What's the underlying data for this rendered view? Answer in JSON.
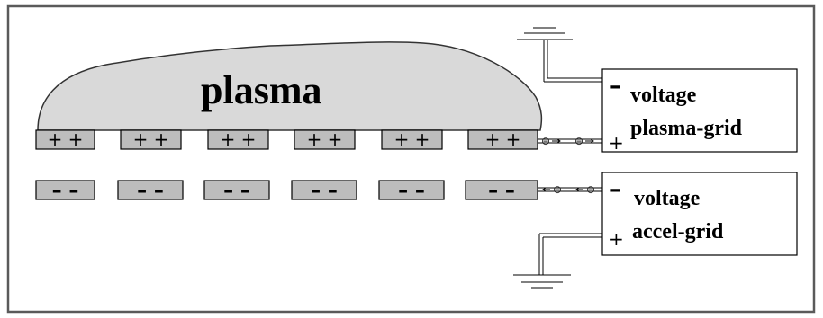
{
  "diagram": {
    "plasma_label": "plasma",
    "top_row_sign": "+ +",
    "bottom_row_sign": "– –",
    "electron_symbol": "⊖",
    "power_supplies": [
      {
        "id": "plasma-grid",
        "line1": "voltage",
        "line2": "plasma-grid",
        "top_terminal": "–",
        "bottom_terminal": "+"
      },
      {
        "id": "accel-grid",
        "line1": "voltage",
        "line2": "accel-grid",
        "top_terminal": "–",
        "bottom_terminal": "+"
      }
    ],
    "colors": {
      "plasma_fill": "#d9d9d9",
      "grid_fill": "#bdbdbd",
      "stroke": "#000000",
      "frame": "#5a5a5a"
    }
  }
}
